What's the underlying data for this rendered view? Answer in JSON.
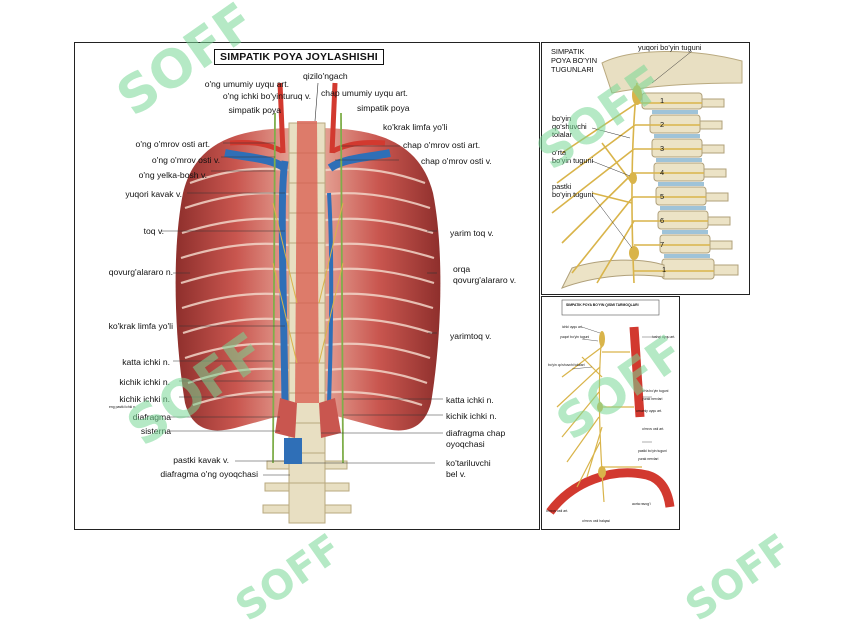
{
  "main": {
    "title": "SIMPATIK POYA JOYLASHISHI",
    "labels_top": {
      "l1": "o'ng umumiy uyqu art.",
      "l2": "o'ng ichki bo'yinturuq v.",
      "l3": "simpatik poya",
      "c1": "qizilo'ngach",
      "r1": "chap umumiy uyqu art.",
      "r2": "simpatik poya",
      "r3": "ko'krak limfa yo'li"
    },
    "labels_left": [
      "o'ng o'mrov osti art.",
      "o'ng o'mrov osti v.",
      "o'ng yelka-bosh v.",
      "yuqori kavak v.",
      "toq v.",
      "qovurg'alararo n.",
      "ko'krak limfa yo'li",
      "katta ichki n.",
      "kichik ichki n.",
      "kichik ichki n.",
      "eng pastki ichki n.",
      "diafragma",
      "sisterna",
      "pastki kavak v.",
      "diafragma o'ng oyoqchasi"
    ],
    "labels_right": [
      "chap o'mrov osti art.",
      "chap o'mrov osti v.",
      "yarim toq v.",
      "orqa",
      "qovurg'alararo v.",
      "yarimtoq v.",
      "katta ichki n.",
      "kichik ichki n.",
      "diafragma chap",
      "oyoqchasi",
      "ko'tariluvchi",
      "bel v."
    ]
  },
  "neck": {
    "title_lines": [
      "SIMPATIK",
      "POYA BO'YIN",
      "TUGUNLARI"
    ],
    "top_label": "yuqori bo'yin tuguni",
    "labels": [
      "bo'yin",
      "qo'shuvchi",
      "tolalar",
      "o'rta",
      "bo'yin tuguni",
      "pastki",
      "bo'yin tuguni"
    ],
    "vertebra_numbers": [
      "1",
      "2",
      "3",
      "4",
      "5",
      "6",
      "7",
      "1"
    ]
  },
  "small": {
    "title": "SIMPATIK POYA BO'YIN QISMI TARMOQLARI",
    "labels": [
      "ichki uyqu art.",
      "yuqori bo'yin tuguni",
      "bo'yin qo'shuvchi tolalari",
      "tashqi uyqu art.",
      "o'rta bo'yin tuguni",
      "yurak nervlari",
      "umumiy uyqu art.",
      "o'mrov osti art.",
      "pastki bo'yin tuguni",
      "yurak nervlari",
      "aorta ravog'i",
      "o'mrov osti art.",
      "o'mrov osti halqasi"
    ]
  },
  "watermark": "SOFF",
  "colors": {
    "rib_red": "#b8433f",
    "rib_light": "#e8b7a6",
    "vein_blue": "#2f6fb7",
    "artery_red": "#d2392f",
    "nerve_yellow": "#d9b44a",
    "bone": "#e8dfc2",
    "watermark": "#78d796"
  }
}
